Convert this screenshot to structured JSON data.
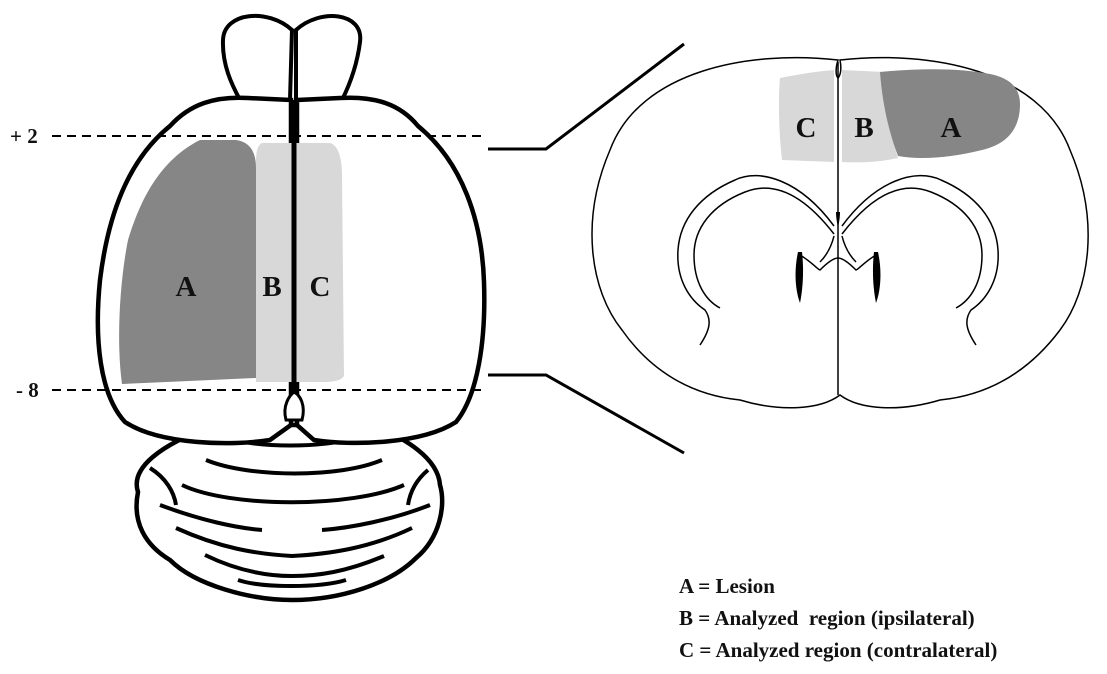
{
  "diagram": {
    "axis_marks": {
      "top": "+ 2",
      "bottom": "- 8"
    },
    "dorsal_view": {
      "region_labels": {
        "a": "A",
        "b": "B",
        "c": "C"
      }
    },
    "coronal_section": {
      "region_labels": {
        "a": "A",
        "b": "B",
        "c": "C"
      }
    },
    "legend": [
      "A = Lesion",
      "B = Analyzed  region (ipsilateral)",
      "C = Analyzed region (contralateral)"
    ],
    "colors": {
      "lesion": "#868686",
      "analyzed": "#d8d8d8",
      "outline": "#000000"
    }
  }
}
